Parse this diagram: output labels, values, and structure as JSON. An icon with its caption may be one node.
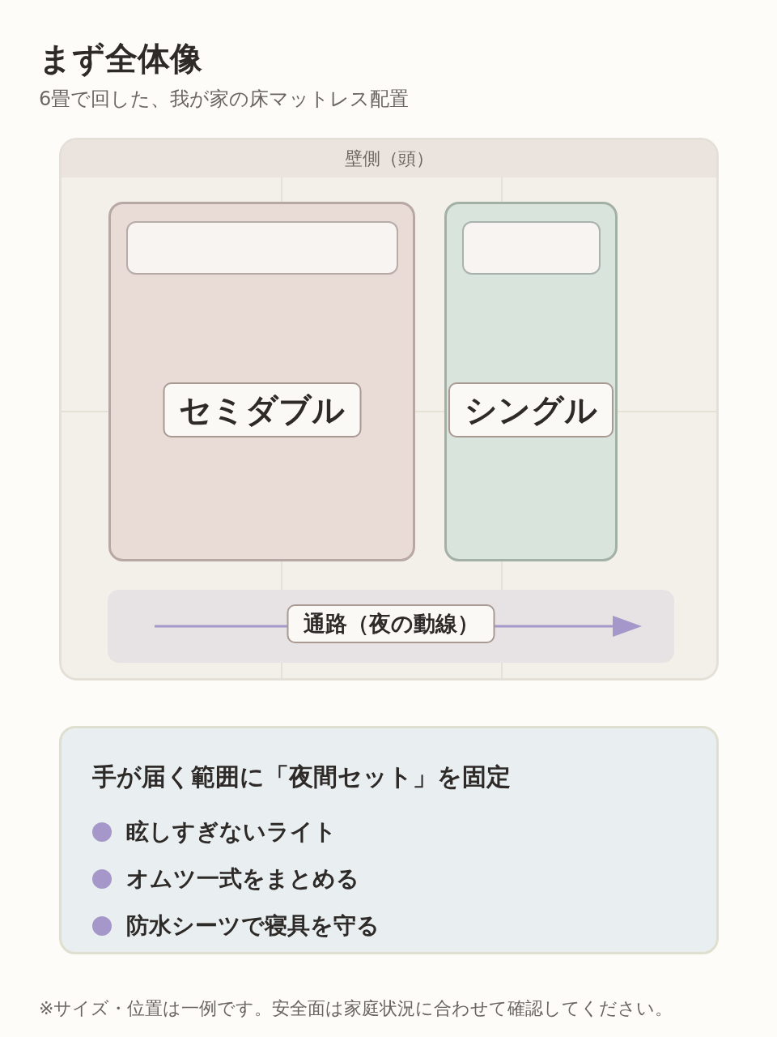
{
  "diagram": {
    "title": "まず全体像",
    "nodes": [
      {
        "text": [
          "壁側（頭）"
        ]
      },
      {
        "text": [
          "セミダブル"
        ],
        "in": 0
      },
      {
        "text": [],
        "shape": "box",
        "in": 1
      },
      {
        "text": [
          "シングル"
        ],
        "in": 0
      },
      {
        "text": [],
        "shape": "box",
        "in": 3
      },
      {
        "text": [
          "通路（夜の動線）"
        ],
        "in": 0
      },
      {
        "text": [
          "手が届く範囲に「夜間セット」を固定",
          "眩しすぎないライト",
          "オムツ一式をまとめる",
          "防水シーツで寝具を守る"
        ]
      }
    ],
    "labels": [
      "6畳で回した、我が家の床マットレス配置"
    ],
    "caption": "※サイズ・位置は一例です。安全面は家庭状況に合わせて確認してください。"
  }
}
